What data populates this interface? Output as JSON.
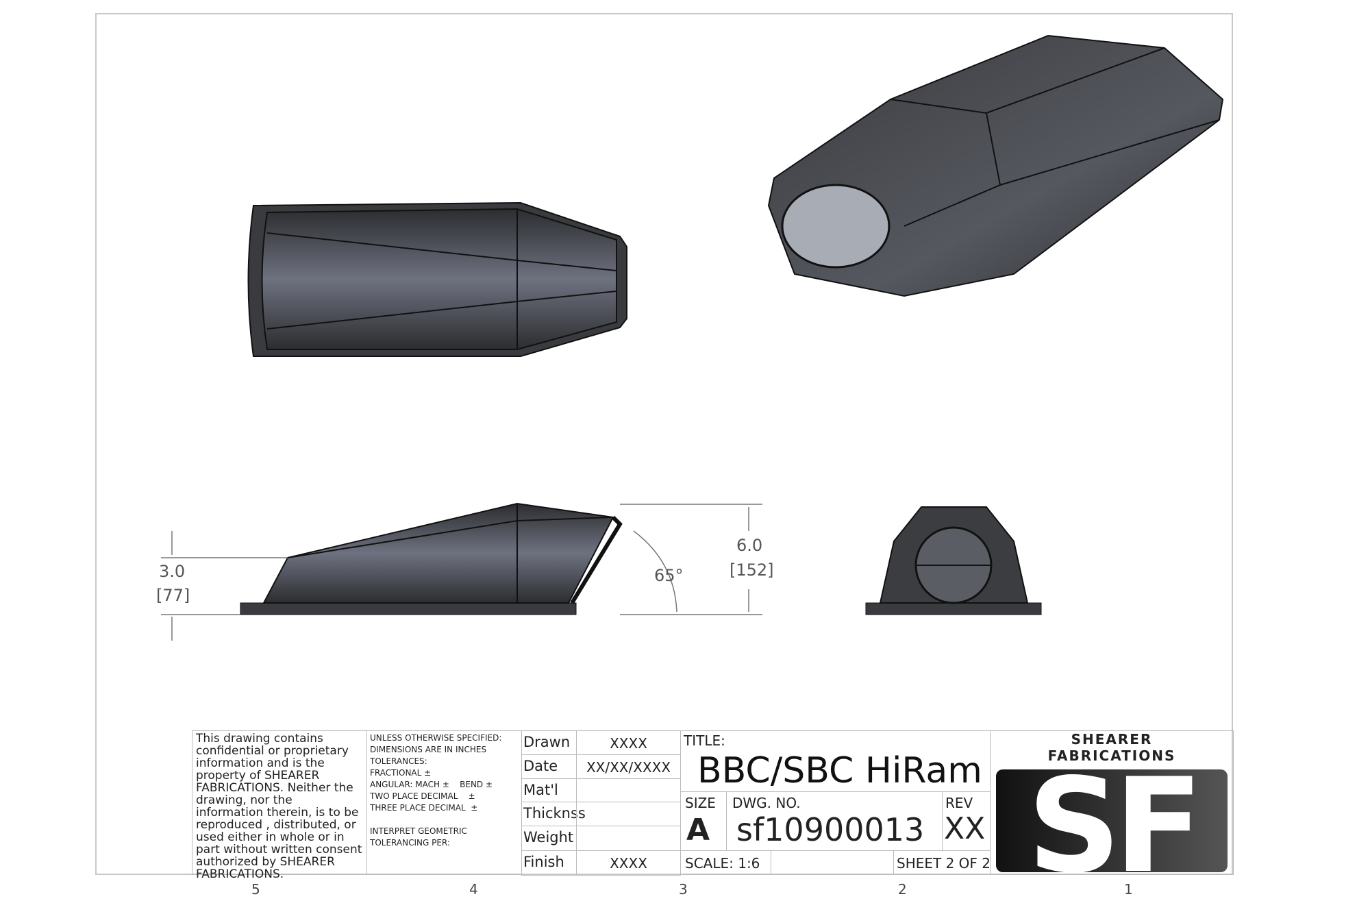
{
  "views": {
    "dimensions": {
      "height_small_in": "3.0",
      "height_small_mm": "[77]",
      "height_large_in": "6.0",
      "height_large_mm": "[152]",
      "angle": "65°"
    }
  },
  "title_block": {
    "confidential_note": "This drawing contains confidential or proprietary information and is the property of SHEARER FABRICATIONS. Neither the drawing, nor the information therein, is to be reproduced , distributed, or used either in whole or in part without written consent authorized by SHEARER FABRICATIONS.",
    "tolerances": [
      "UNLESS OTHERWISE SPECIFIED:",
      "DIMENSIONS ARE IN INCHES",
      "TOLERANCES:",
      "FRACTIONAL ±",
      "ANGULAR: MACH ±    BEND ±",
      "TWO PLACE DECIMAL    ±",
      "THREE PLACE DECIMAL  ±",
      "",
      "INTERPRET GEOMETRIC",
      "TOLERANCING PER:"
    ],
    "fields": [
      {
        "label": "Drawn",
        "value": "XXXX"
      },
      {
        "label": "Date",
        "value": "XX/XX/XXXX"
      },
      {
        "label": "Mat'l",
        "value": ""
      },
      {
        "label": "Thicknss",
        "value": ""
      },
      {
        "label": "Weight",
        "value": ""
      },
      {
        "label": "Finish",
        "value": "XXXX"
      }
    ],
    "title_label": "TITLE:",
    "title": "BBC/SBC HiRam",
    "size_label": "SIZE",
    "size": "A",
    "dwg_label": "DWG. NO.",
    "dwg_no": "sf10900013",
    "rev_label": "REV",
    "rev": "XX",
    "scale": "SCALE: 1:6",
    "sheet": "SHEET 2 OF 2",
    "logo": {
      "line1": "SHEARER",
      "line2": "FABRICATIONS",
      "mark": "SF"
    }
  },
  "zones": [
    "5",
    "4",
    "3",
    "2",
    "1"
  ]
}
